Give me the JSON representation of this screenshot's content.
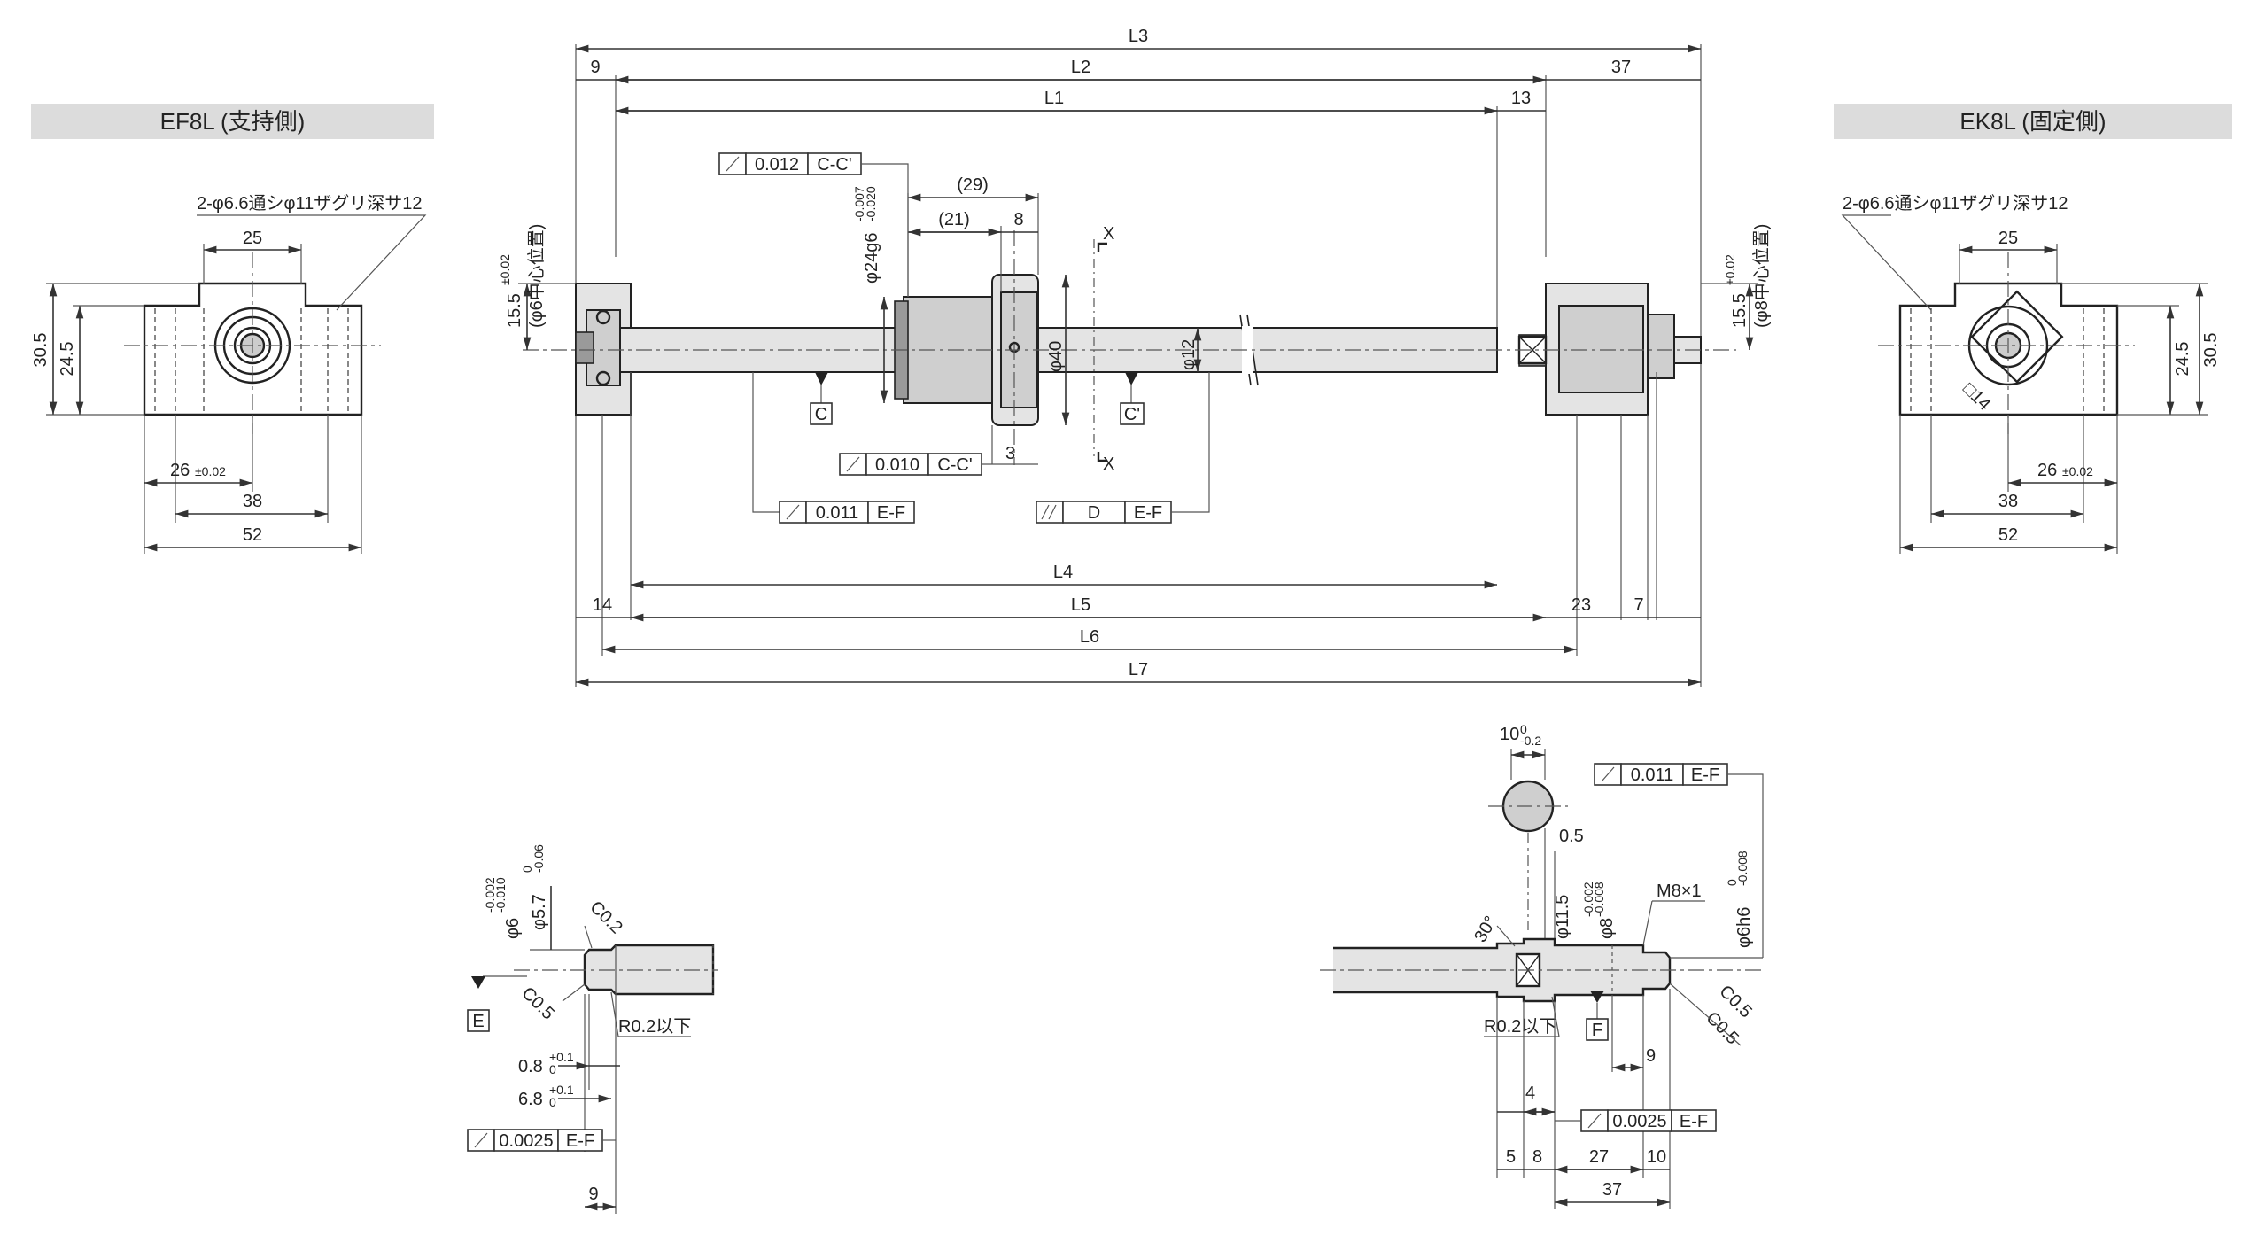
{
  "headers": {
    "support_side": "EF8L (支持側)",
    "fixed_side": "EK8L (固定側)"
  },
  "left_view": {
    "hole_note": "2-φ6.6通シφ11ザグリ深サ12",
    "dim_25": "25",
    "dim_30_5": "30.5",
    "dim_24_5": "24.5",
    "dim_26": "26",
    "dim_26_tol": "±0.02",
    "dim_38": "38",
    "dim_52": "52"
  },
  "right_view": {
    "hole_note": "2-φ6.6通シφ11ザグリ深サ12",
    "dim_25": "25",
    "dim_30_5": "30.5",
    "dim_24_5": "24.5",
    "dim_26": "26",
    "dim_26_tol": "±0.02",
    "dim_38": "38",
    "dim_52": "52",
    "square": "□14"
  },
  "main": {
    "L3": "L3",
    "L2": "L2",
    "L1": "L1",
    "L4": "L4",
    "L5": "L5",
    "L6": "L6",
    "L7": "L7",
    "d9": "9",
    "d37": "37",
    "d13": "13",
    "d14": "14",
    "d23": "23",
    "d7": "7",
    "d29": "(29)",
    "d21": "(21)",
    "d8": "8",
    "d3": "3",
    "phi24": "φ24g6",
    "phi24_up": "-0.007",
    "phi24_lo": "-0.020",
    "phi40": "φ40",
    "phi12": "φ12",
    "left_center": "15.5",
    "left_center_tol": "±0.02",
    "left_center_note": "(φ6中心位置)",
    "right_center": "15.5",
    "right_center_tol": "±0.02",
    "right_center_note": "(φ8中心位置)",
    "X": "X",
    "datum_C": "C",
    "datum_Cp": "C'",
    "tol1_val": "0.012",
    "tol1_ref": "C-C'",
    "tol2_val": "0.010",
    "tol2_ref": "C-C'",
    "tol3_val": "0.011",
    "tol3_ref": "E-F",
    "tol4_val": "D",
    "tol4_ref": "E-F"
  },
  "left_detail": {
    "phi6": "φ6",
    "phi6_up": "-0.002",
    "phi6_lo": "-0.010",
    "phi5_7": "φ5.7",
    "phi5_7_up": "0",
    "phi5_7_lo": "-0.06",
    "c02": "C0.2",
    "c05": "C0.5",
    "datum_E": "E",
    "r02": "R0.2以下",
    "d0_8": "0.8",
    "d6_8": "6.8",
    "tol_up": "+0.1",
    "tol_lo": "0",
    "tol_val": "0.0025",
    "tol_ref": "E-F",
    "d9": "9"
  },
  "right_detail": {
    "d10": "10",
    "d10_up": "0",
    "d10_lo": "-0.2",
    "d0_5": "0.5",
    "phi11_5": "φ11.5",
    "phi8": "φ8",
    "phi8_up": "-0.002",
    "phi8_lo": "-0.008",
    "m8": "M8×1",
    "phi6h6": "φ6h6",
    "phi6h6_up": "0",
    "phi6h6_lo": "-0.008",
    "deg30": "30°",
    "r02": "R0.2以下",
    "datum_F": "F",
    "c05a": "C0.5",
    "c05b": "C0.5",
    "d9": "9",
    "d4": "4",
    "d5": "5",
    "d8": "8",
    "d27": "27",
    "d10b": "10",
    "d37": "37",
    "tol1_val": "0.011",
    "tol1_ref": "E-F",
    "tol2_val": "0.0025",
    "tol2_ref": "E-F"
  }
}
